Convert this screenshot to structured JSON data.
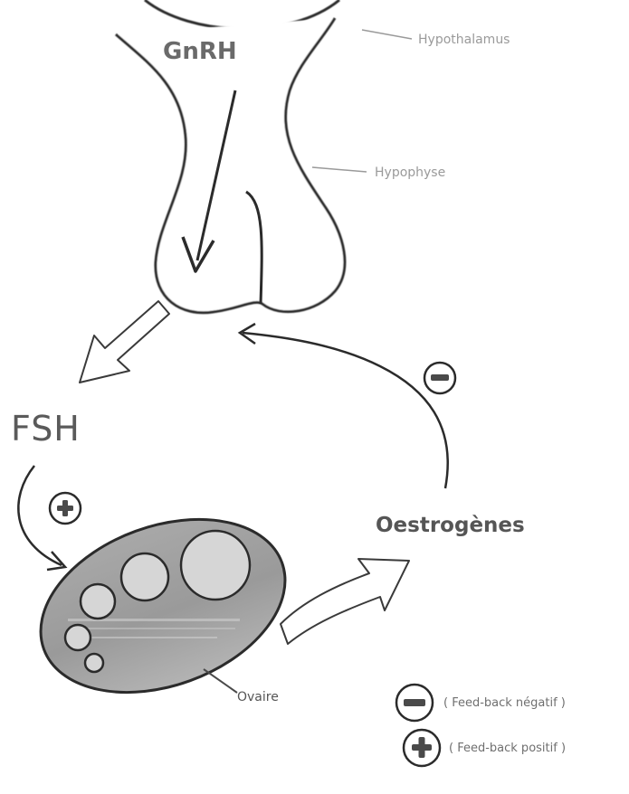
{
  "labels": {
    "gnrh": "GnRH",
    "hypothalamus": "Hypothalamus",
    "hypophyse": "Hypophyse",
    "fsh": "FSH",
    "oestrogenes": "Oestrogènes",
    "ovaire": "Ovaire"
  },
  "legend": {
    "negative": "( Feed-back négatif )",
    "positive": "( Feed-back positif )"
  },
  "colors": {
    "line": "#2b2b2b",
    "ovary_fill": "#9f9f9f",
    "follicle_fill": "#d6d6d6",
    "label_gray": "#9a9a9a",
    "hormone_gray": "#6a6a6a"
  },
  "icons": {
    "negative_feedback": "minus-circle-icon",
    "positive_feedback": "plus-circle-icon"
  }
}
